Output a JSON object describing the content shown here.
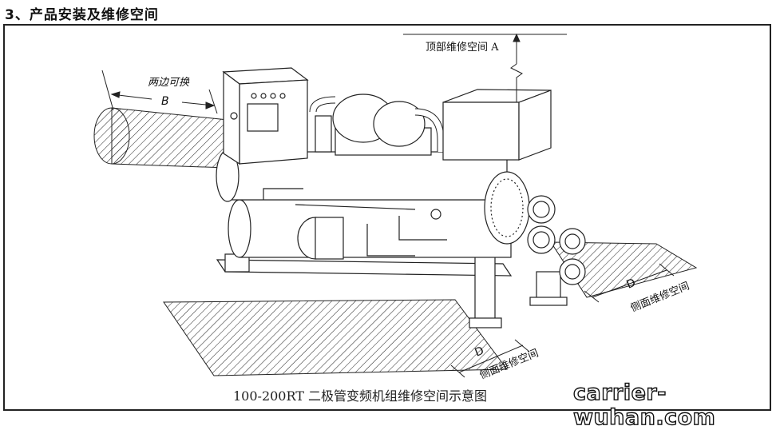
{
  "header": {
    "title": "3、产品安装及维修空间"
  },
  "diagram": {
    "labels": {
      "top_space": "顶部维修空间 A",
      "side_label_b": "两边可换",
      "dim_b": "B",
      "dim_d": "D",
      "side_space": "侧面维修空间"
    },
    "caption": "100-200RT 二极管变频机组维修空间示意图"
  },
  "watermark": "carrier-wuhan.com"
}
